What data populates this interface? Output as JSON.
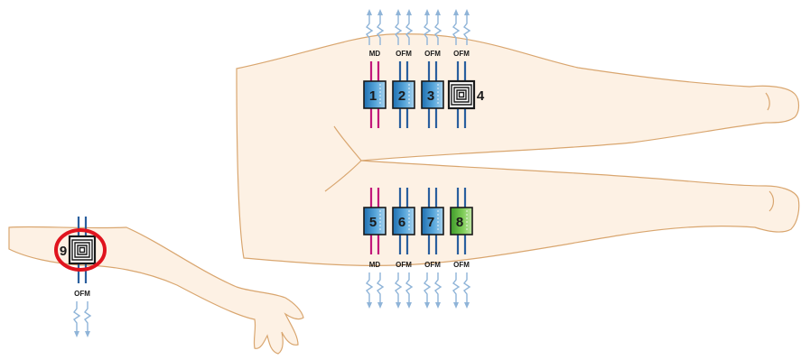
{
  "probes": [
    {
      "num": "1",
      "type": "MD",
      "kind": "blue",
      "line": "pink"
    },
    {
      "num": "2",
      "type": "OFM",
      "kind": "blue",
      "line": "blue"
    },
    {
      "num": "3",
      "type": "OFM",
      "kind": "blue",
      "line": "blue"
    },
    {
      "num": "4",
      "type": "OFM",
      "kind": "spiral",
      "line": "blue"
    },
    {
      "num": "5",
      "type": "MD",
      "kind": "blue",
      "line": "pink"
    },
    {
      "num": "6",
      "type": "OFM",
      "kind": "blue",
      "line": "blue"
    },
    {
      "num": "7",
      "type": "OFM",
      "kind": "blue",
      "line": "blue"
    },
    {
      "num": "8",
      "type": "OFM",
      "kind": "green",
      "line": "blue"
    },
    {
      "num": "9",
      "type": "OFM",
      "kind": "spiral",
      "line": "blue",
      "highlighted": true
    }
  ],
  "colors": {
    "skin_fill": "#fdf1e4",
    "skin_outline": "#d9a66f",
    "probe_blue": "#3d8fc9",
    "probe_green": "#6cbf4a",
    "line_blue": "#2a5f9e",
    "line_pink": "#c2187a",
    "tube": "#8fb4d8",
    "highlight": "#e0141e"
  }
}
